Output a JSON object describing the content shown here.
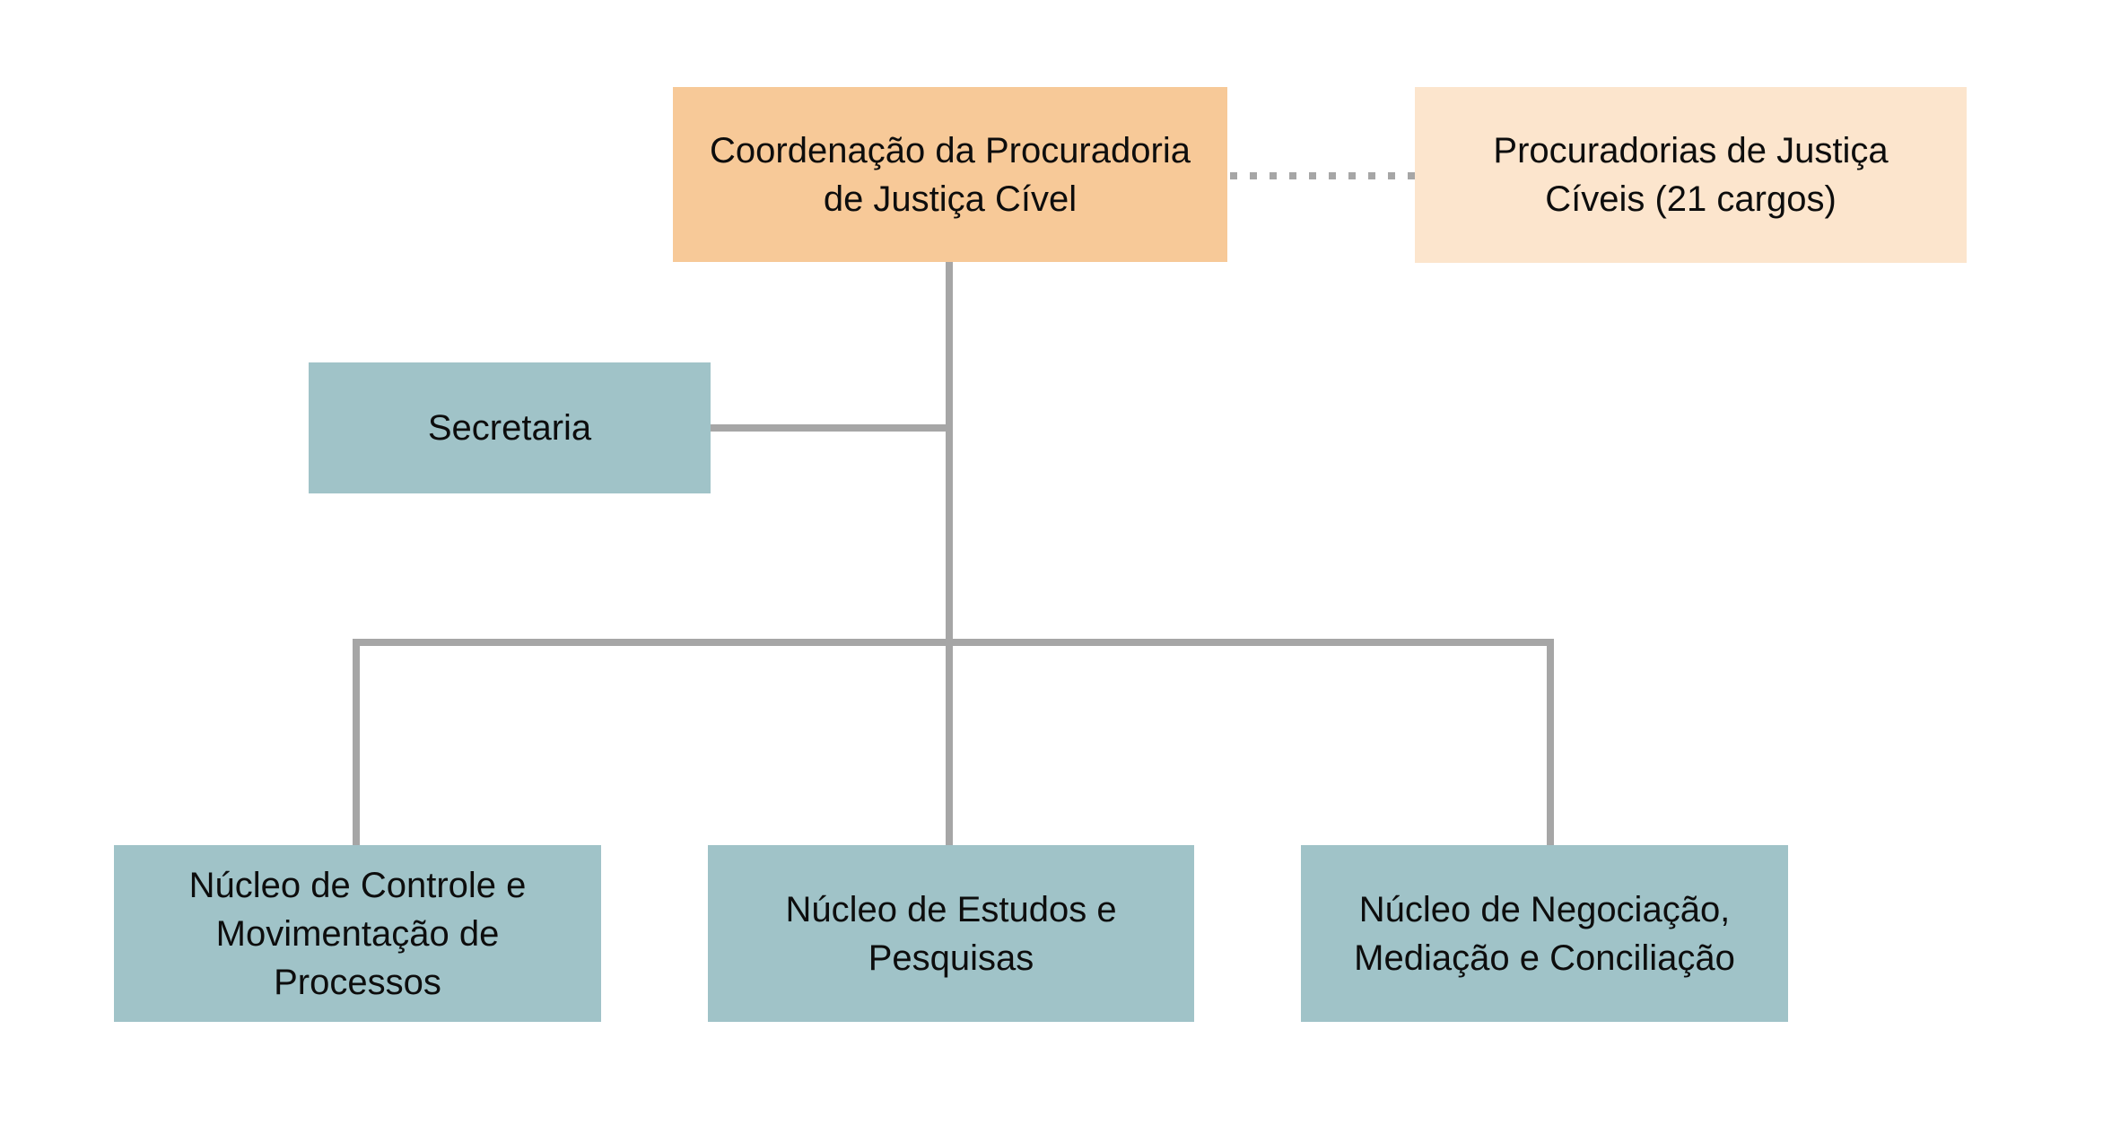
{
  "diagram": {
    "type": "org-chart",
    "nodes": {
      "coordenacao": {
        "label": "Coordenação da Procuradoria de Justiça Cível",
        "level": "root"
      },
      "procuradorias": {
        "label": "Procuradorias de Justiça Cíveis (21 cargos)",
        "relation": "dotted-link-to-root"
      },
      "secretaria": {
        "label": "Secretaria",
        "relation": "side-child-of-root"
      },
      "nucleo_controle": {
        "label": "Núcleo de Controle e Movimentação de Processos",
        "relation": "child-of-root"
      },
      "nucleo_estudos": {
        "label": "Núcleo de Estudos e Pesquisas",
        "relation": "child-of-root"
      },
      "nucleo_negociacao": {
        "label": "Núcleo de Negociação, Mediação e Conciliação",
        "relation": "child-of-root"
      }
    }
  },
  "colors": {
    "primary_fill": "#F7C998",
    "secondary_fill": "#FCE5CD",
    "teal_fill": "#A0C3C8",
    "connector": "#A6A6A6",
    "text": "#0D0D0D"
  }
}
